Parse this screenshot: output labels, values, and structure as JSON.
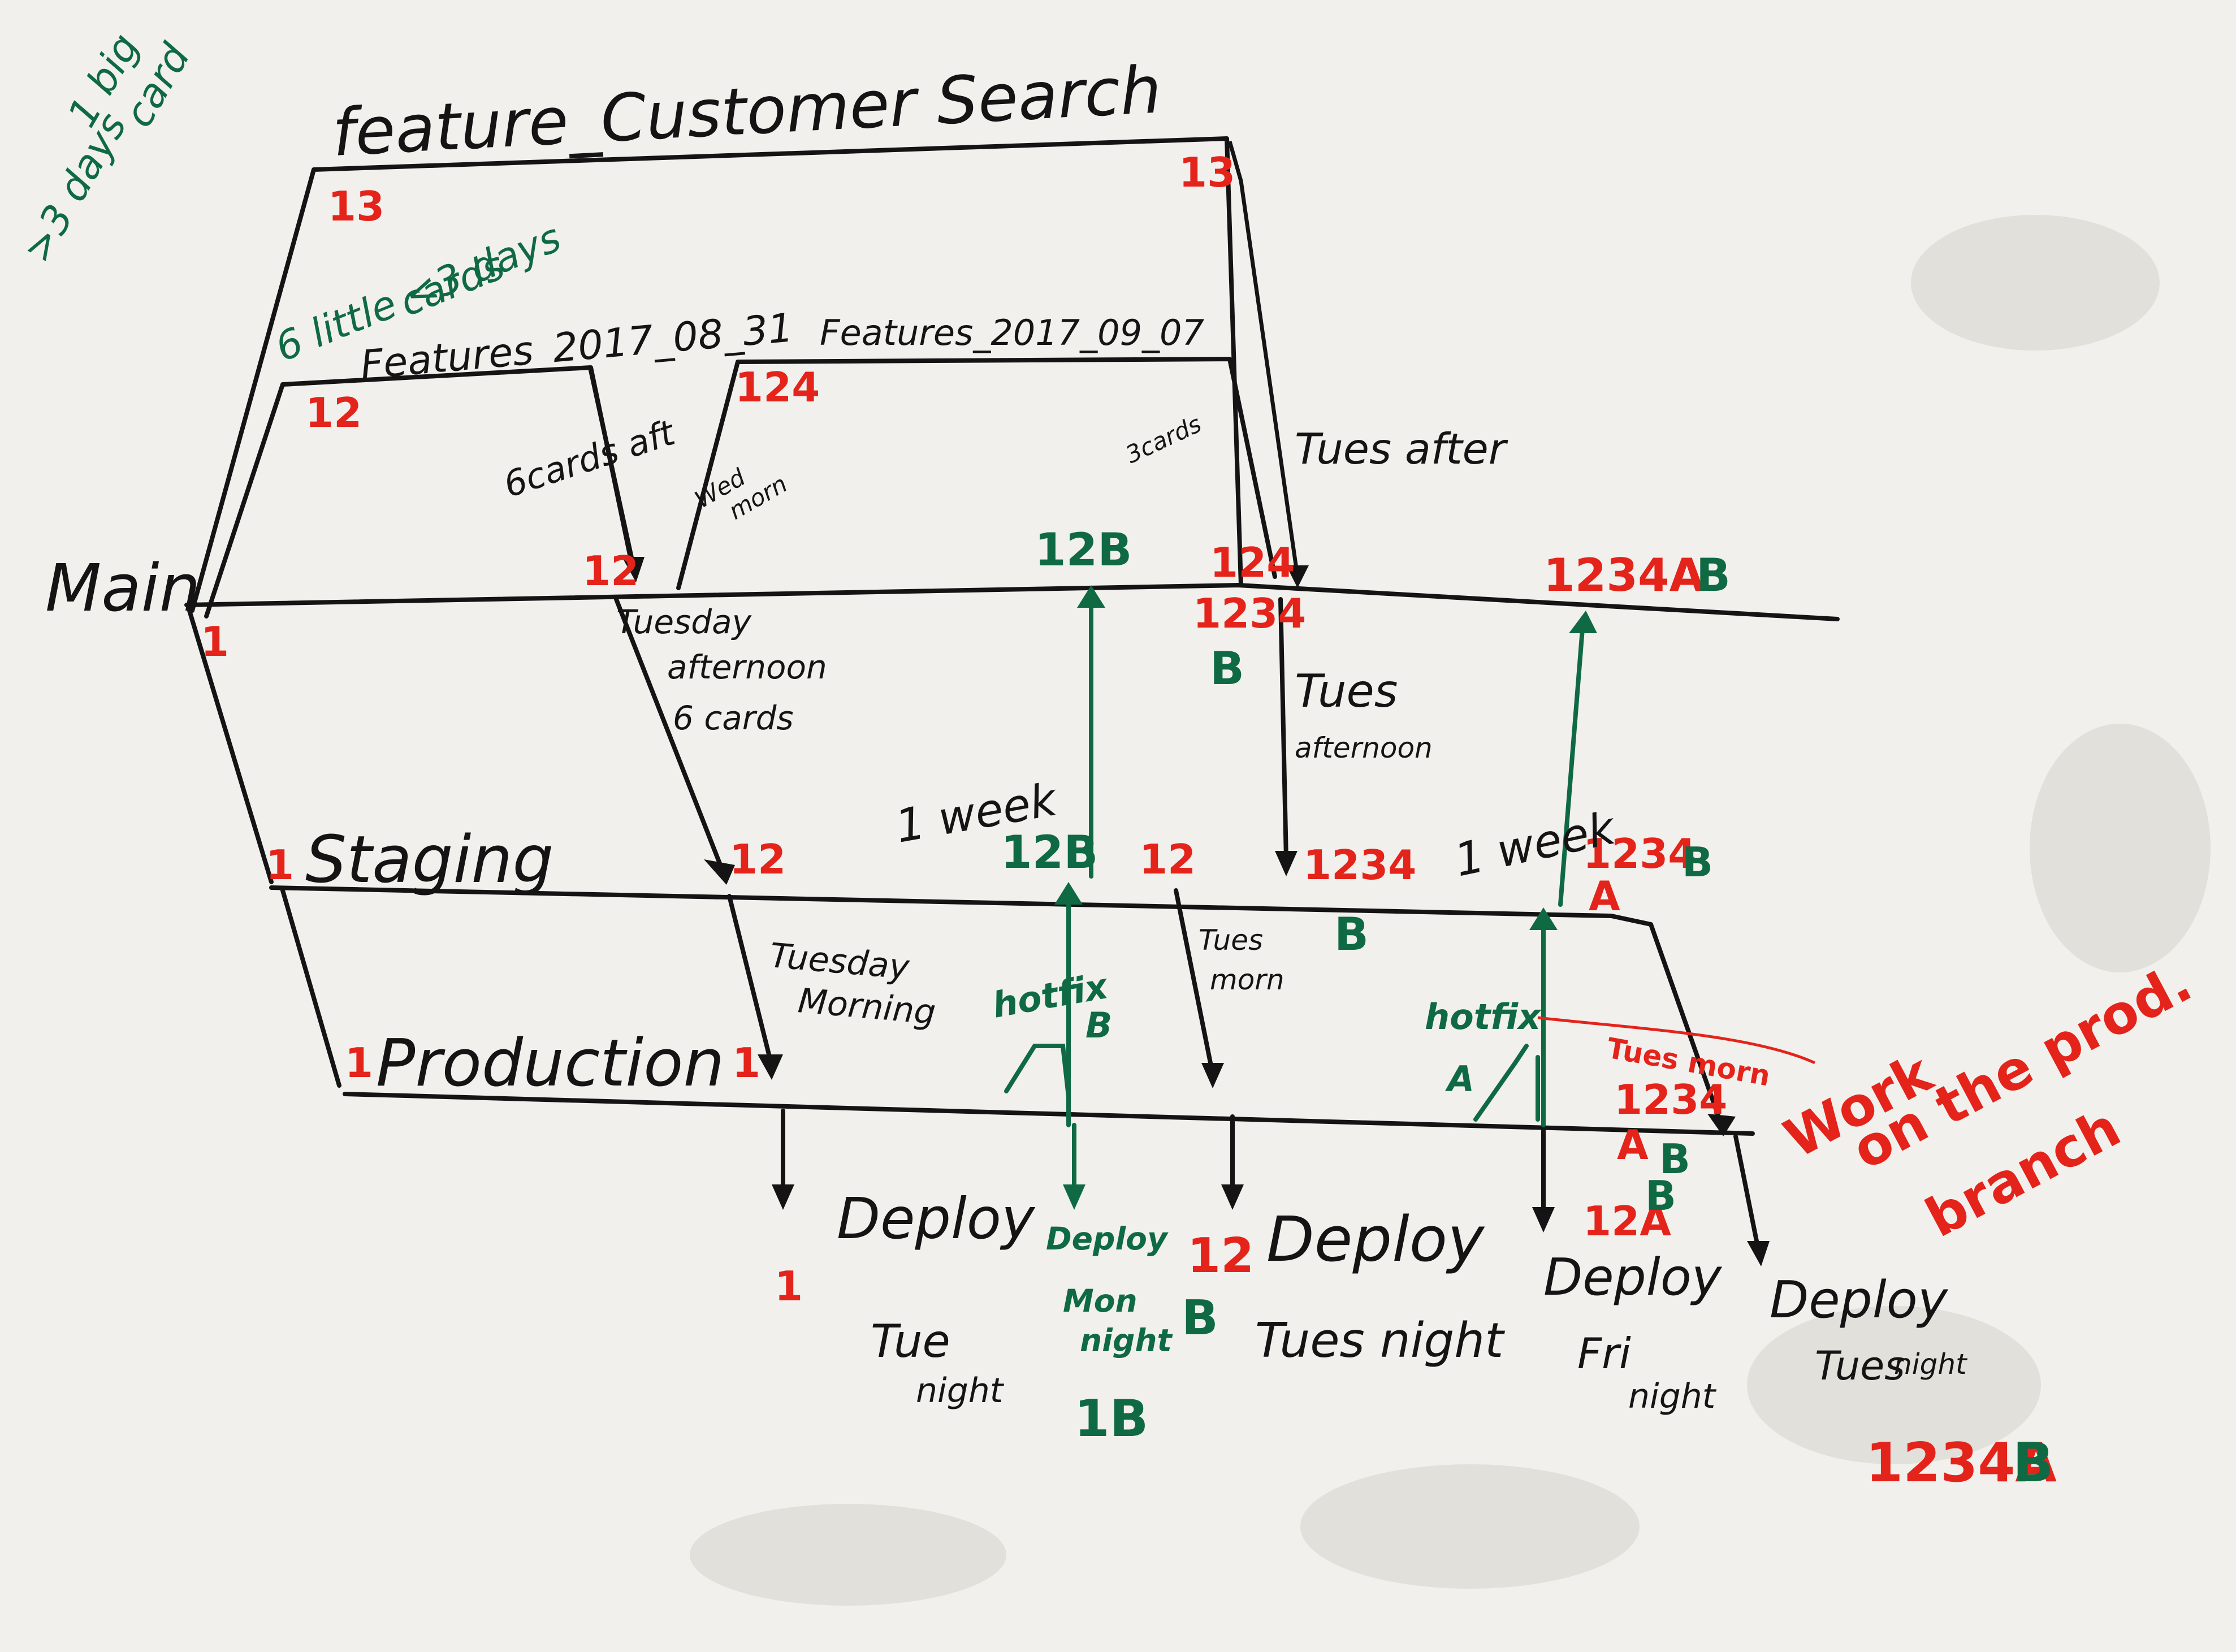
{
  "colors": {
    "black_ink": "#141414",
    "red_ink": "#e4231b",
    "green_ink": "#0f6a44",
    "board": "#f1f0ec"
  },
  "notes": {
    "big_card_line1": "1 big",
    "big_card_line2": "card",
    "big_card_line3": ">3 days",
    "little_cards_line1": "6 little <3 days",
    "little_cards_line2": "cards"
  },
  "branches": {
    "feature_customer": "feature_Customer Search",
    "features_0831": "Features_2017_08_31",
    "features_0907": "Features_2017_09_07",
    "main": "Main",
    "staging": "Staging",
    "production": "Production"
  },
  "labels": {
    "red_13_a": "13",
    "red_13_b": "13",
    "red_12_feat": "12",
    "red_124_feat": "124",
    "red_12_main": "12",
    "red_1_main": "1",
    "red_124_main": "124",
    "red_1234_main": "1234",
    "green_b_main": "B",
    "green_12b_main": "12B",
    "main_1234ab_red": "1234A",
    "main_1234ab_green": "B",
    "red_1_staging": "1",
    "red_12_staging_a": "12",
    "green_12b_staging": "12B",
    "red_12_staging_b": "12",
    "red_1234_staging": "1234",
    "green_b_staging": "B",
    "red_1234_staging_b": "1234",
    "green_b_staging_b": "B",
    "red_a_staging": "A",
    "red_1_prod_a": "1",
    "red_1_prod_b": "1",
    "red_1_deploy": "1",
    "red_12_deploy": "12",
    "green_b_deploy": "B",
    "red_12ab": "12A",
    "green_12ab_b": "B",
    "red_1234_tues": "1234",
    "red_tues_morn": "Tues morn",
    "red_ab_a": "A",
    "green_ab_b": "B",
    "red_final": "1234A",
    "green_final": "B",
    "green_1b": "1B",
    "hotfix_a_word": "hotfix",
    "hotfix_a_letter": "A",
    "hotfix_b_word": "hotfix",
    "hotfix_b_letter": "B",
    "one_week_a": "1 week",
    "one_week_b": "1 week",
    "six_cards_aft": "6cards aft",
    "wed_morn_1": "Wed",
    "wed_morn_2": "morn",
    "three_cards": "3cards",
    "tues_after_top": "Tues after",
    "tuesday_afternoon_1": "Tuesday",
    "tuesday_afternoon_2": "afternoon",
    "tuesday_afternoon_3": "6 cards",
    "tues_aftern_1": "Tues",
    "tues_aftern_2": "afternoon",
    "tuesday_morning_1": "Tuesday",
    "tuesday_morning_2": "Morning",
    "tues_morn_1": "Tues",
    "tues_morn_2": "morn",
    "deploy_1": "Deploy",
    "tue_night_1": "Tue",
    "tue_night_2": "night",
    "deploy_mon_1": "Deploy",
    "deploy_mon_2": "Mon",
    "deploy_mon_3": "night",
    "deploy_2": "Deploy",
    "tues_night_2": "Tues night",
    "deploy_3": "Deploy",
    "fri_night_1": "Fri",
    "fri_night_2": "night",
    "deploy_4": "Deploy",
    "tues_night_4a": "Tues",
    "tues_night_4b": "night",
    "work_prod_1": "Work",
    "work_prod_2": "on the prod.",
    "work_prod_3": "branch"
  }
}
